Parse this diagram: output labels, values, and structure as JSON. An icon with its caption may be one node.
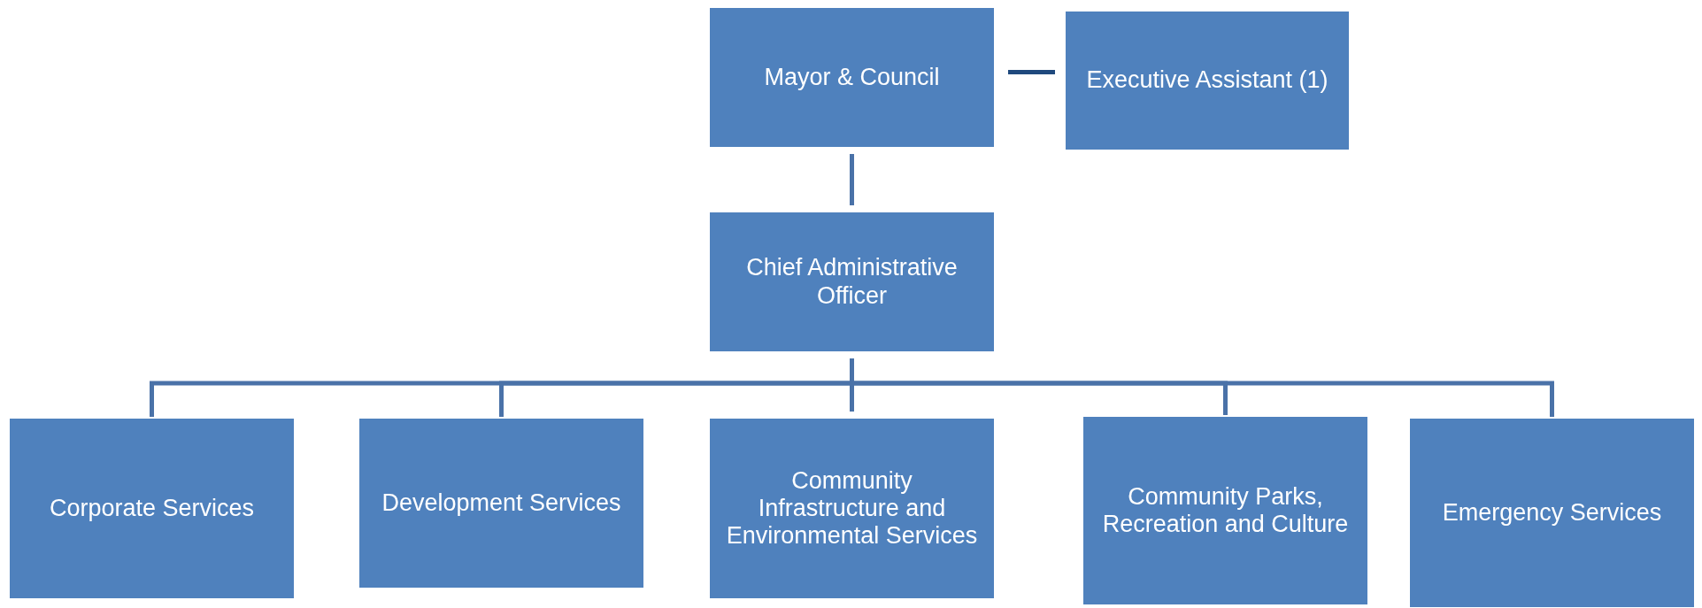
{
  "diagram": {
    "nodes": [
      {
        "text": [
          "Mayor & Council"
        ]
      },
      {
        "text": [
          "Executive Assistant (1)"
        ]
      },
      {
        "text": [
          "Chief Administrative Officer"
        ]
      },
      {
        "text": [
          "Corporate Services"
        ]
      },
      {
        "text": [
          "Development Services"
        ]
      },
      {
        "text": [
          "Community Infrastructure and Environmental Services"
        ]
      },
      {
        "text": [
          "Community Parks, Recreation and Culture"
        ]
      },
      {
        "text": [
          "Emergency Services"
        ]
      }
    ],
    "edges": [
      {
        "from": 0,
        "to": 1,
        "arrow": "none",
        "color": "#1f497d"
      },
      {
        "from": 0,
        "to": 2,
        "arrow": "none"
      },
      {
        "from": 2,
        "to": 3,
        "arrow": "none"
      },
      {
        "from": 2,
        "to": 4,
        "arrow": "none"
      },
      {
        "from": 2,
        "to": 5,
        "arrow": "none"
      },
      {
        "from": 2,
        "to": 6,
        "arrow": "none"
      },
      {
        "from": 2,
        "to": 7,
        "arrow": "none"
      }
    ]
  }
}
